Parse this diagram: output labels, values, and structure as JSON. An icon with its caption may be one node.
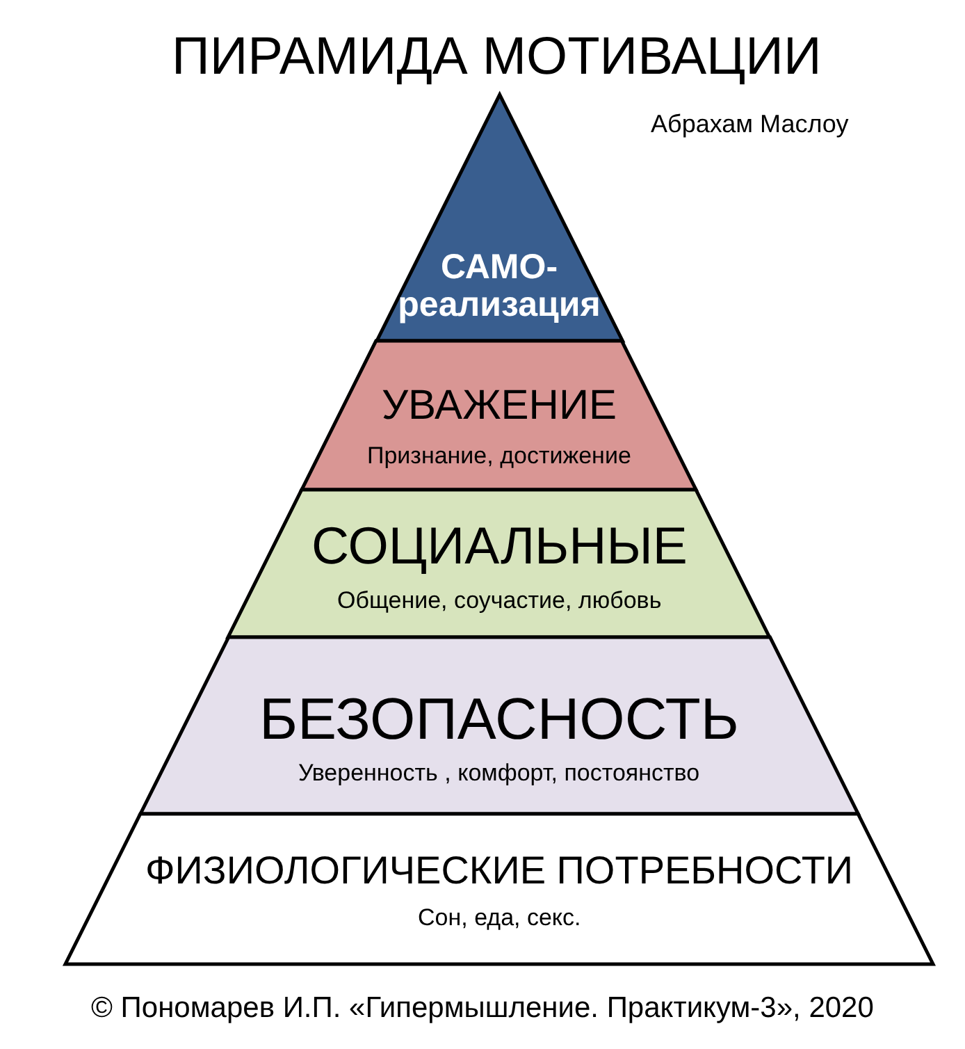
{
  "diagram": {
    "title": "ПИРАМИДА МОТИВАЦИИ",
    "caption": "© Пономарев И.П. «Гипермышление. Практикум-3», 2020",
    "nodes": [
      {
        "text": [
          "САМО- реализация"
        ]
      },
      {
        "text": [
          "УВАЖЕНИЕ",
          "Признание, достижение"
        ]
      },
      {
        "text": [
          "СОЦИАЛЬНЫЕ",
          "Общение, соучастие, любовь"
        ]
      },
      {
        "text": [
          "БЕЗОПАСНОСТЬ",
          "Уверенность , комфорт, постоянство"
        ]
      },
      {
        "text": [
          "ФИЗИОЛОГИЧЕСКИЕ ПОТРЕБНОСТИ",
          "Сон, еда, секс."
        ]
      }
    ],
    "edges": [],
    "labels": [
      "Абрахам Маслоу"
    ]
  }
}
